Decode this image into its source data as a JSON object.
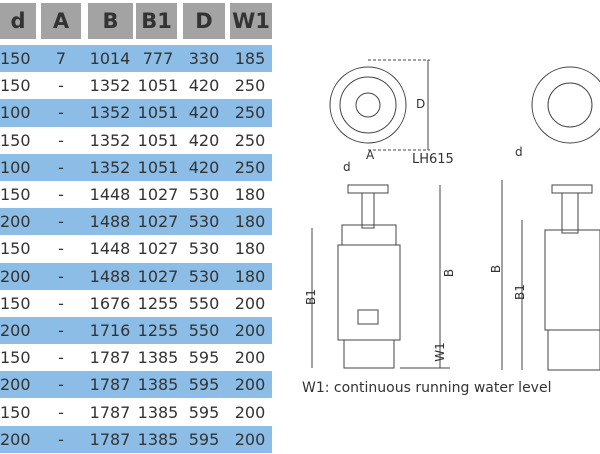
{
  "table": {
    "headers": [
      "d",
      "A",
      "B",
      "B1",
      "D",
      "W1"
    ],
    "rows": [
      [
        "150",
        "7",
        "1014",
        "777",
        "330",
        "185"
      ],
      [
        "150",
        "-",
        "1352",
        "1051",
        "420",
        "250"
      ],
      [
        "100",
        "-",
        "1352",
        "1051",
        "420",
        "250"
      ],
      [
        "150",
        "-",
        "1352",
        "1051",
        "420",
        "250"
      ],
      [
        "100",
        "-",
        "1352",
        "1051",
        "420",
        "250"
      ],
      [
        "150",
        "-",
        "1448",
        "1027",
        "530",
        "180"
      ],
      [
        "200",
        "-",
        "1488",
        "1027",
        "530",
        "180"
      ],
      [
        "150",
        "-",
        "1448",
        "1027",
        "530",
        "180"
      ],
      [
        "200",
        "-",
        "1488",
        "1027",
        "530",
        "180"
      ],
      [
        "150",
        "-",
        "1676",
        "1255",
        "550",
        "200"
      ],
      [
        "200",
        "-",
        "1716",
        "1255",
        "550",
        "200"
      ],
      [
        "150",
        "-",
        "1787",
        "1385",
        "595",
        "200"
      ],
      [
        "200",
        "-",
        "1787",
        "1385",
        "595",
        "200"
      ],
      [
        "150",
        "-",
        "1787",
        "1385",
        "595",
        "200"
      ],
      [
        "200",
        "-",
        "1787",
        "1385",
        "595",
        "200"
      ]
    ]
  },
  "drawing": {
    "model": "LH615",
    "labels": {
      "d": "d",
      "A": "A",
      "B": "B",
      "B1": "B1",
      "D": "D",
      "W1": "W1"
    },
    "caption": "W1: continuous running water level"
  },
  "colors": {
    "header": "#a3a3a4",
    "stripe": "#8cbde6"
  }
}
